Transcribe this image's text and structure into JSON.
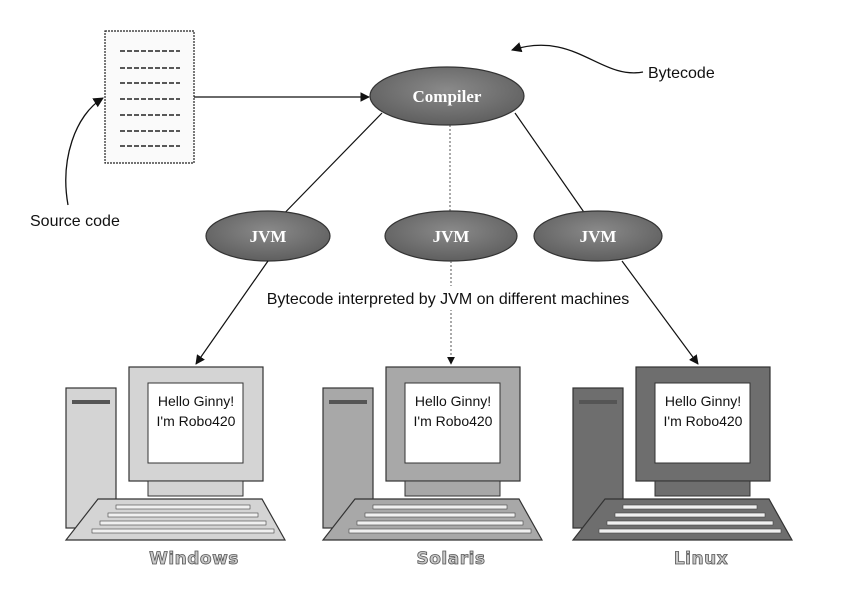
{
  "source_code_label": "Source code",
  "bytecode_label": "Bytecode",
  "compiler_label": "Compiler",
  "jvm_labels": [
    "JVM",
    "JVM",
    "JVM"
  ],
  "interpreted_label": "Bytecode interpreted by JVM on different machines",
  "screen_line1": "Hello Ginny!",
  "screen_line2": "I'm Robo420",
  "machines": [
    {
      "name": "Windows",
      "body_color": "#d4d4d4"
    },
    {
      "name": "Solaris",
      "body_color": "#a8a8a8"
    },
    {
      "name": "Linux",
      "body_color": "#6e6e6e"
    }
  ],
  "colors": {
    "node_fill": "#6f6f6f",
    "line": "#111111"
  }
}
